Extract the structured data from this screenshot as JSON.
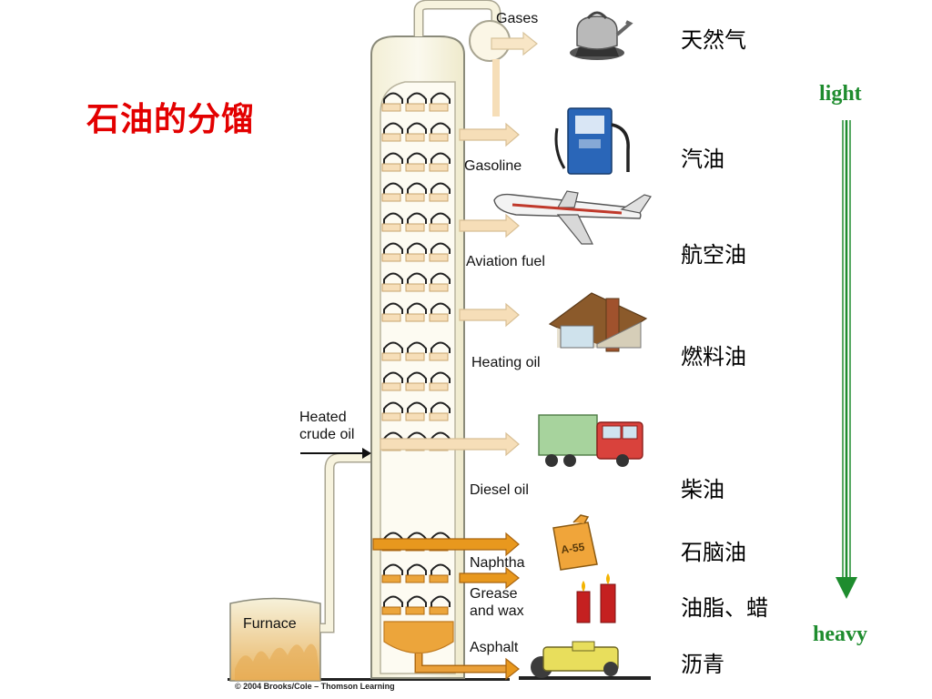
{
  "title": "石油的分馏",
  "input_label": [
    "Heated",
    "crude oil"
  ],
  "furnace_label": "Furnace",
  "copyright": "© 2004 Brooks/Cole – Thomson Learning",
  "scale": {
    "light": "light",
    "heavy": "heavy",
    "arrow_color": "#1e8c2e"
  },
  "colors": {
    "title": "#e30000",
    "column_fill": "#f7f3de",
    "column_stroke": "#8a8a7a",
    "light_fraction": "#f6deb8",
    "heavy_fraction": "#e8981e",
    "furnace_glow": "#e9b563"
  },
  "fractions": [
    {
      "en": "Gases",
      "zh": "天然气",
      "icon": "kettle-icon"
    },
    {
      "en": "Gasoline",
      "zh": "汽油",
      "icon": "fuel-pump-icon"
    },
    {
      "en": "Aviation fuel",
      "zh": "航空油",
      "icon": "airplane-icon"
    },
    {
      "en": "Heating oil",
      "zh": "燃料油",
      "icon": "house-icon"
    },
    {
      "en": "Diesel oil",
      "zh": "柴油",
      "icon": "truck-icon"
    },
    {
      "en": "Naphtha",
      "zh": "石脑油",
      "icon": "fuel-can-icon",
      "can_label": "A-55"
    },
    {
      "en": "Grease and wax",
      "en_lines": [
        "Grease",
        "and wax"
      ],
      "zh": "油脂、蜡",
      "icon": "candles-icon"
    },
    {
      "en": "Asphalt",
      "zh": "沥青",
      "icon": "road-roller-icon"
    }
  ]
}
